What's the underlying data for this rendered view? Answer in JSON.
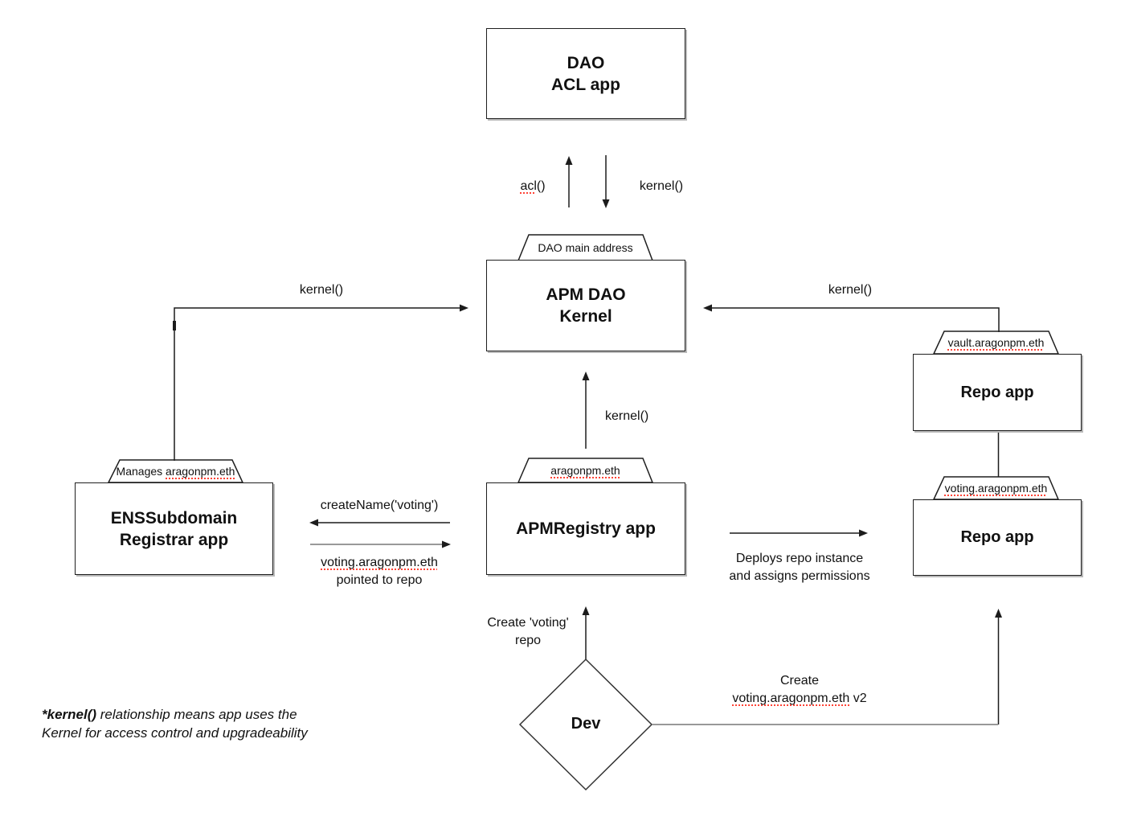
{
  "nodes": {
    "dao_acl": {
      "line1": "DAO",
      "line2": "ACL app"
    },
    "kernel": {
      "tab": "DAO main address",
      "line1": "APM DAO",
      "line2": "Kernel"
    },
    "ens": {
      "tab_prefix": "Manages ",
      "tab_domain": "aragonpm.eth",
      "line1": "ENSSubdomain",
      "line2": "Registrar app"
    },
    "apm_registry": {
      "tab_domain": "aragonpm.eth",
      "title": "APMRegistry app"
    },
    "repo_vault": {
      "tab_domain": "vault.aragonpm.eth",
      "title": "Repo app"
    },
    "repo_voting": {
      "tab_domain": "voting.aragonpm.eth",
      "title": "Repo app"
    },
    "dev": {
      "title": "Dev"
    }
  },
  "edges": {
    "acl_up": {
      "word": "acl",
      "suffix": "()"
    },
    "kernel_down": {
      "label": "kernel()"
    },
    "kernel_left": {
      "label": "kernel()"
    },
    "kernel_right": {
      "label": "kernel()"
    },
    "kernel_mid": {
      "label": "kernel()"
    },
    "create_name": {
      "label": "createName('voting')"
    },
    "pointed": {
      "domain": "voting.aragonpm.eth",
      "line2": "pointed to repo"
    },
    "deploys": {
      "line1": "Deploys repo instance",
      "line2": "and assigns permissions"
    },
    "create_repo": {
      "line1": "Create 'voting'",
      "line2": "repo"
    },
    "create_v2": {
      "line1": "Create",
      "domain": "voting.aragonpm.eth",
      "suffix": " v2"
    }
  },
  "note": {
    "bold": "*kernel()",
    "rest": " relationship means app uses the",
    "line2": "Kernel for access control and upgradeability"
  },
  "colors": {
    "line": "#1c1c1c",
    "gray_line": "#999999",
    "squiggle": "#ff4336",
    "box_border": "#1f1f1f"
  }
}
